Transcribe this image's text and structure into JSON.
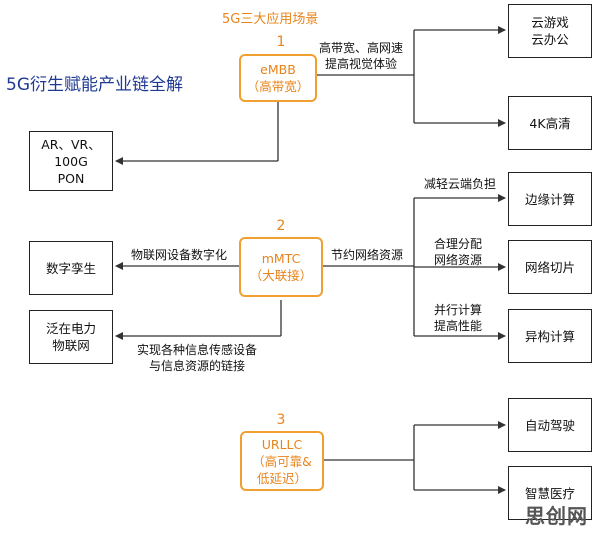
{
  "header": {
    "scene_title": "5G三大应用场景",
    "main_title": "5G衍生赋能产业链全解"
  },
  "scenarios": [
    {
      "number": "1",
      "line1": "eMBB",
      "line2": "（高带宽）"
    },
    {
      "number": "2",
      "line1": "mMTC",
      "line2": "（大联接）"
    },
    {
      "number": "3",
      "line1": "URLLC",
      "line2": "（高可靠&",
      "line3": "低延迟）"
    }
  ],
  "left_boxes": {
    "ar_vr": {
      "line1": "AR、VR、",
      "line2": "100G",
      "line3": "PON"
    },
    "digital_twin": {
      "line1": "数字孪生"
    },
    "power_iot": {
      "line1": "泛在电力",
      "line2": "物联网"
    }
  },
  "right_boxes": {
    "cloud": {
      "line1": "云游戏",
      "line2": "云办公"
    },
    "uhd": {
      "line1": "4K高清"
    },
    "edge": {
      "line1": "边缘计算"
    },
    "slicing": {
      "line1": "网络切片"
    },
    "hetero": {
      "line1": "异构计算"
    },
    "autodrive": {
      "line1": "自动驾驶"
    },
    "medical": {
      "line1": "智慧医疗"
    }
  },
  "labels": {
    "embb_benefit": {
      "line1": "高带宽、高网速",
      "line2": "提高视觉体验"
    },
    "iot_digitize": "物联网设备数字化",
    "save_resources": "节约网络资源",
    "reduce_cloud": "减轻云端负担",
    "allocate": {
      "line1": "合理分配",
      "line2": "网络资源"
    },
    "parallel": {
      "line1": "并行计算",
      "line2": "提高性能"
    },
    "link_sensors": {
      "line1": "实现各种信息传感设备",
      "line2": "与信息资源的链接"
    }
  },
  "watermark": "思创网"
}
